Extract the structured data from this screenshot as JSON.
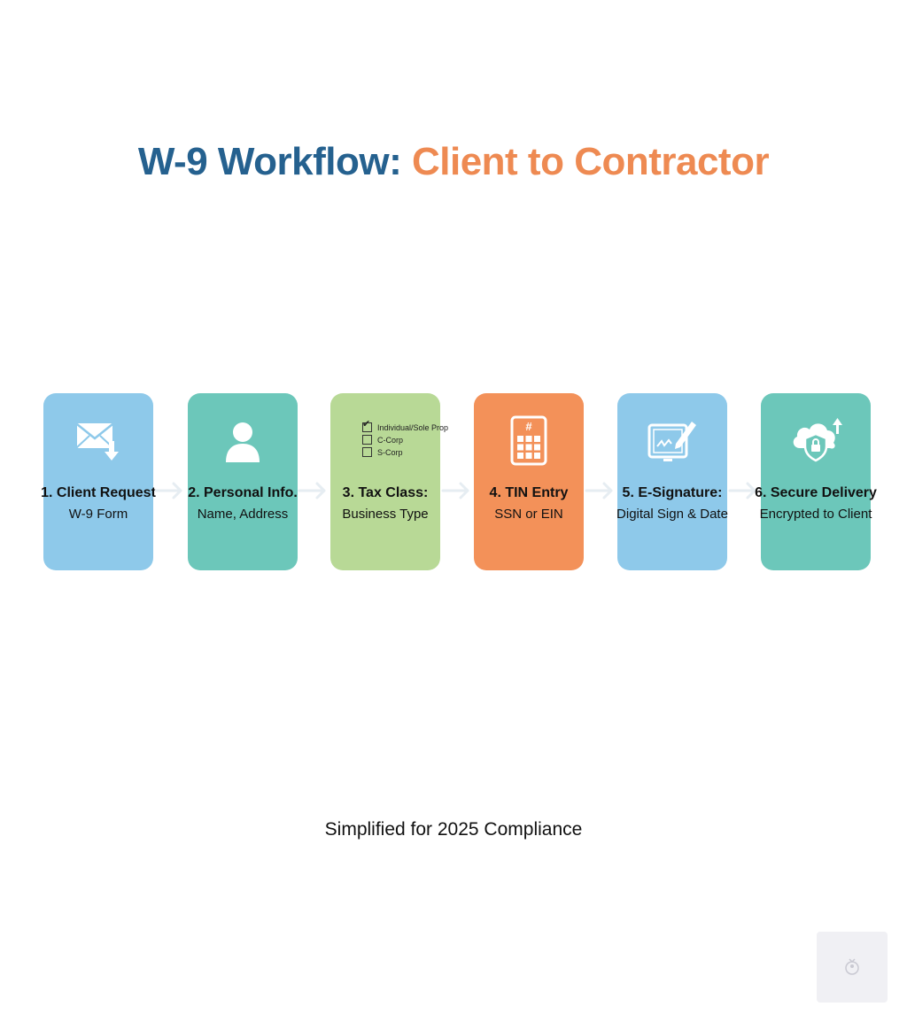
{
  "title": {
    "part1": "W-9 Workflow:",
    "part2": "Client to Contractor"
  },
  "colors": {
    "title_primary": "#25618f",
    "title_accent": "#ee8a52",
    "blue": "#8ec9ea",
    "teal": "#6cc7ba",
    "green": "#b8d996",
    "orange": "#f39159"
  },
  "steps": [
    {
      "title": "1. Client Request",
      "subtitle": "W-9 Form",
      "icon": "envelope-download-icon"
    },
    {
      "title": "2. Personal Info.",
      "subtitle": "Name, Address",
      "icon": "person-icon"
    },
    {
      "title": "3. Tax Class:",
      "subtitle": "Business Type",
      "icon": "checklist-icon",
      "options": [
        "Individual/Sole Prop",
        "C-Corp",
        "S-Corp"
      ]
    },
    {
      "title": "4. TIN Entry",
      "subtitle": "SSN or EIN",
      "icon": "keypad-icon",
      "icon_symbol": "#"
    },
    {
      "title": "5. E-Signature:",
      "subtitle": "Digital Sign & Date",
      "icon": "tablet-signature-icon"
    },
    {
      "title": "6. Secure Delivery",
      "subtitle": "Encrypted to Client",
      "icon": "cloud-lock-icon"
    }
  ],
  "footer": "Simplified for 2025 Compliance"
}
